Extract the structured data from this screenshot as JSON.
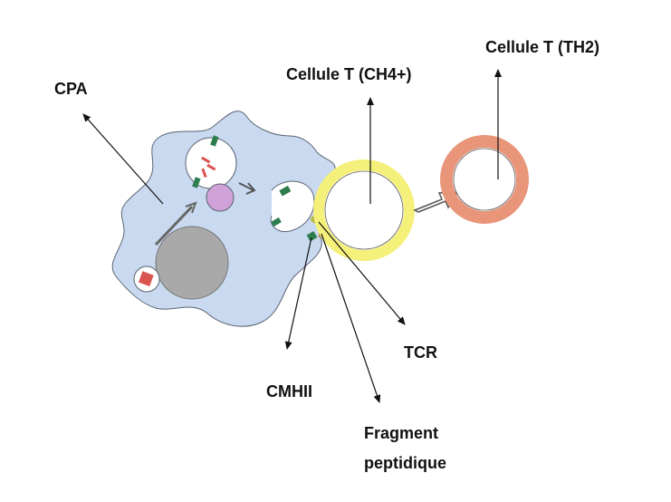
{
  "labels": {
    "cpa": "CPA",
    "t_cd4": "Cellule T (CH4+)",
    "t_th2": "Cellule T (TH2)",
    "tcr": "TCR",
    "cmhii": "CMHII",
    "fragment_line1": "Fragment",
    "fragment_line2": "peptidique"
  },
  "colors": {
    "apc_fill": "#c9d9f0",
    "apc_stroke": "#5a6472",
    "nucleus": "#a9a9a9",
    "lysosome": "#cfa3d8",
    "cd4_ring": "#f4f07a",
    "th2_ring": "#e8957a",
    "mhc_green": "#2e7d4f",
    "peptide_red": "#d9534f",
    "tcr_yellow": "#b8b84a"
  }
}
